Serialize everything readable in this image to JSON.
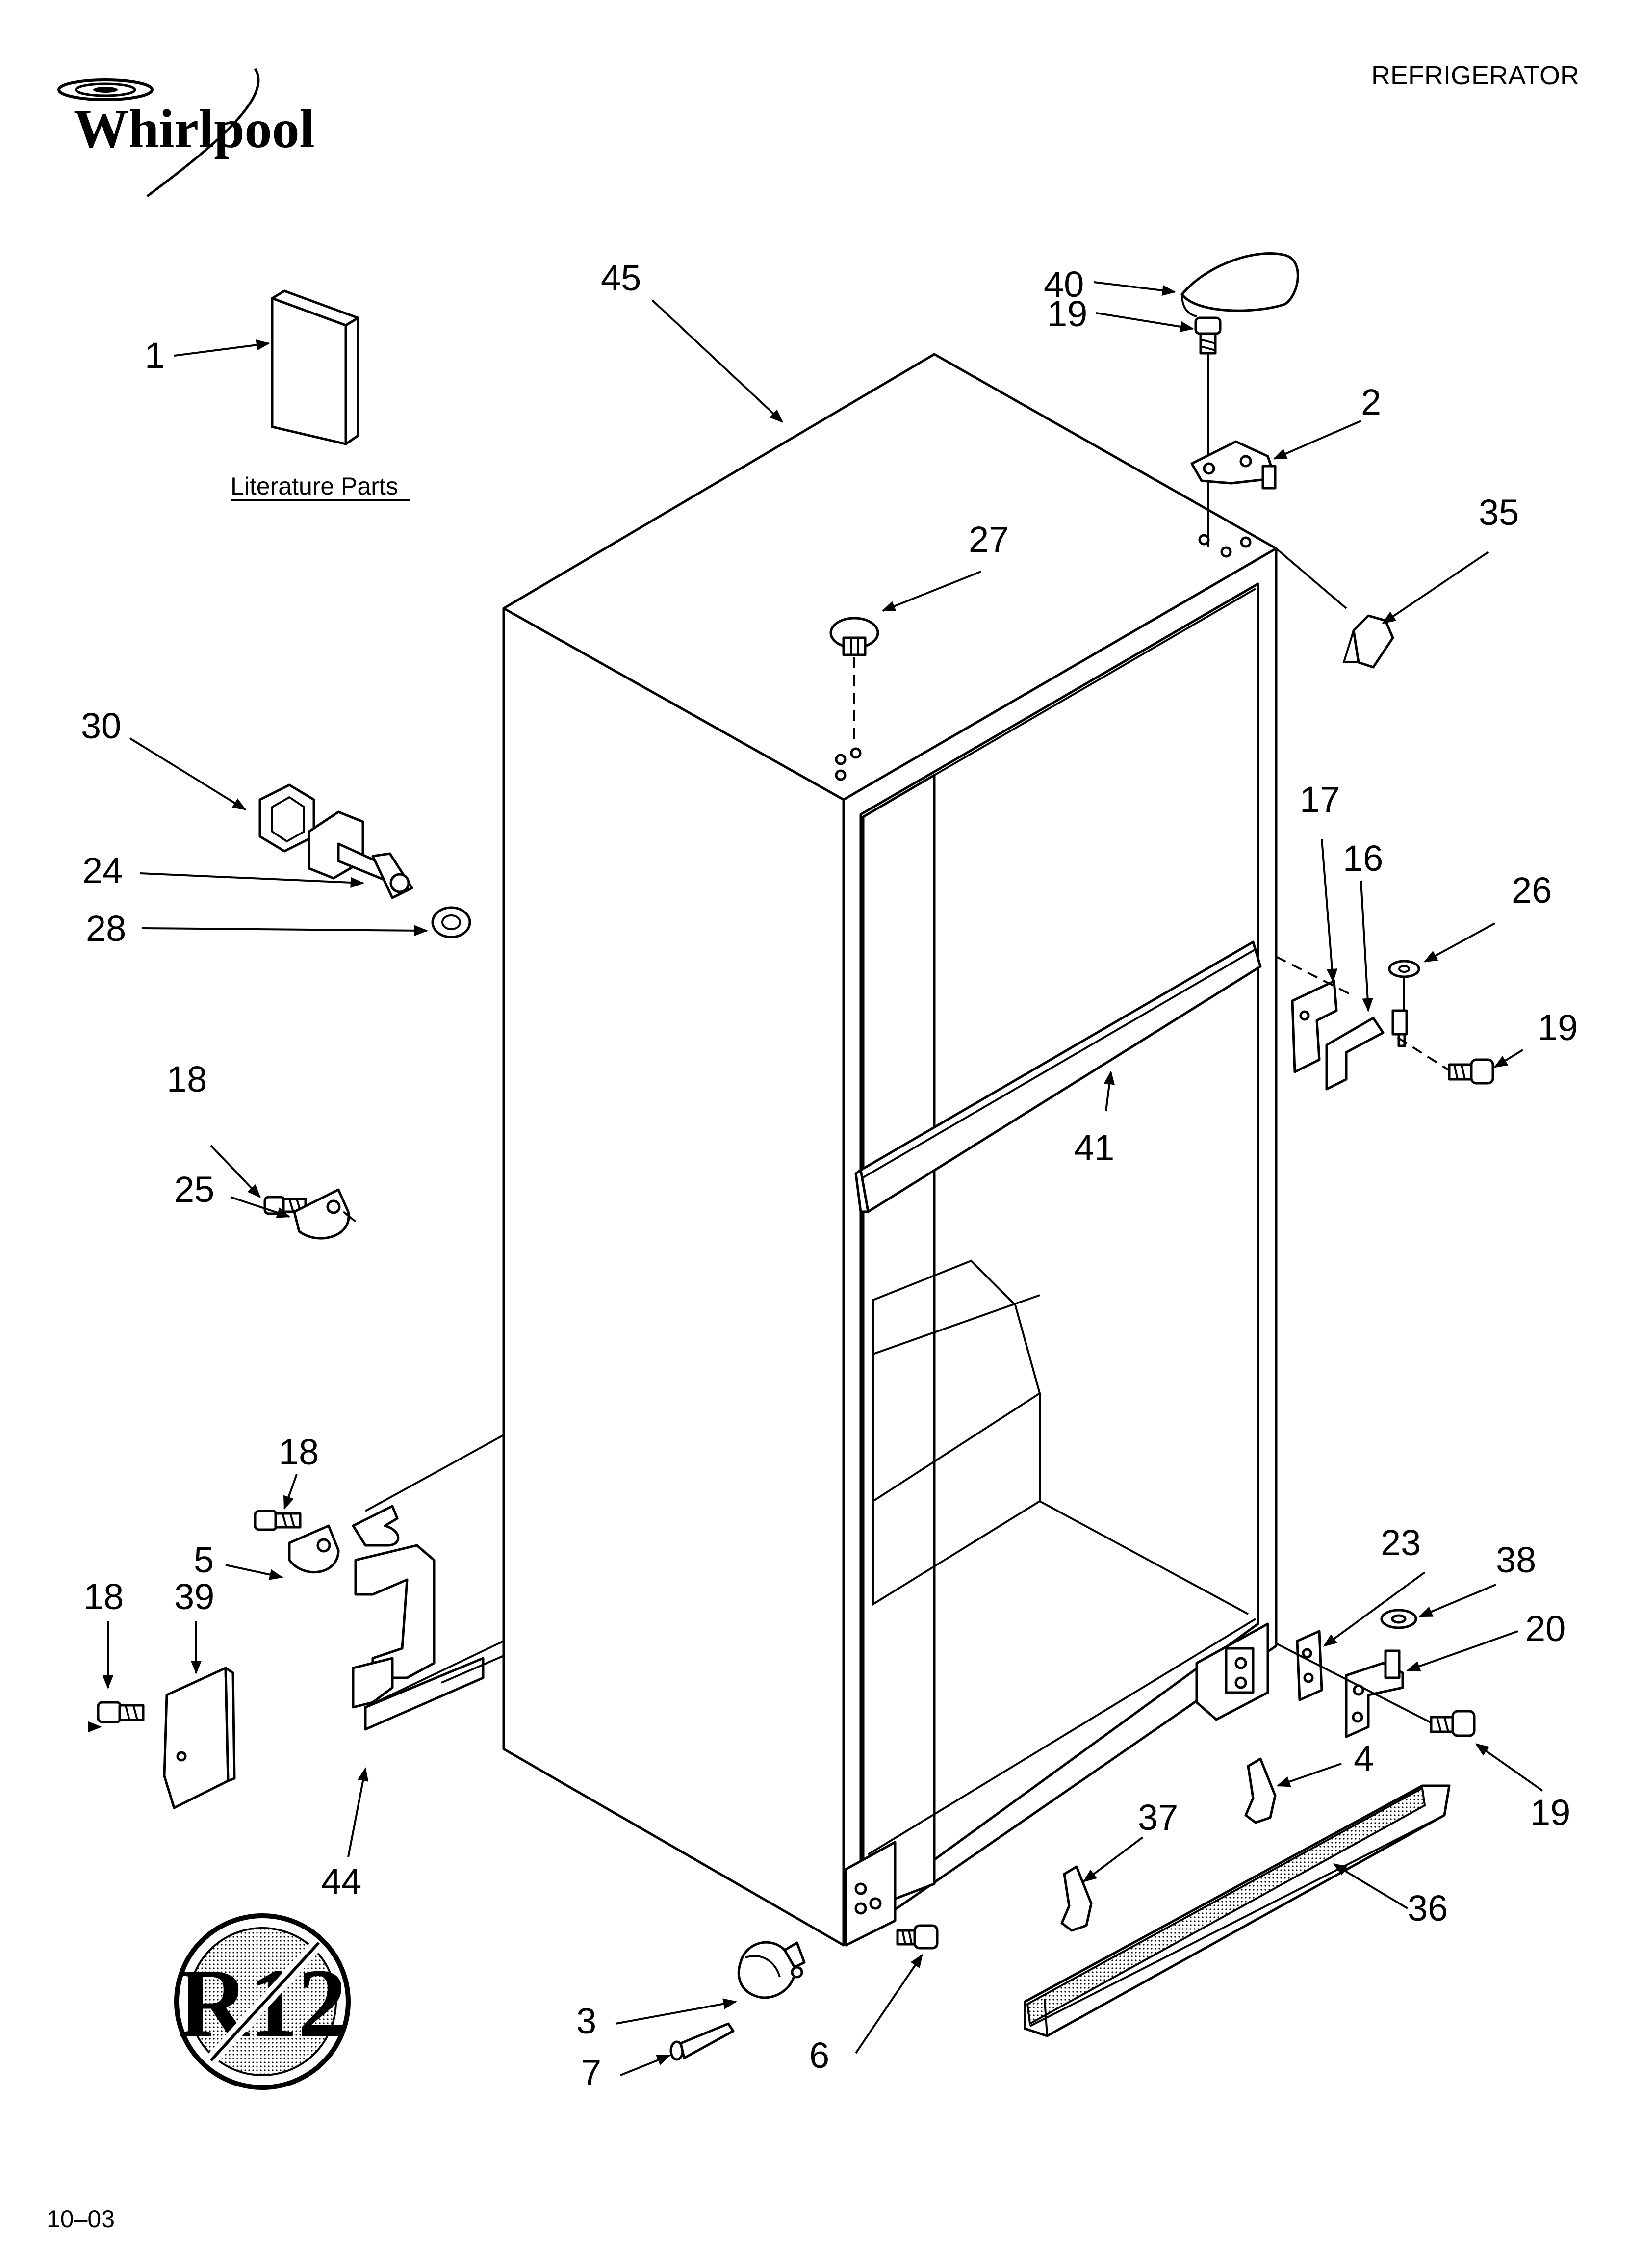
{
  "brand": {
    "logo_text": "Whirlpool"
  },
  "header": {
    "title": "REFRIGERATOR"
  },
  "literature": {
    "label": "Literature Parts"
  },
  "footer": {
    "date_code": "10–03"
  },
  "r12_badge": {
    "text": "R12"
  },
  "callouts": {
    "c45": "45",
    "c40": "40",
    "c19a": "19",
    "c2": "2",
    "c1": "1",
    "c35": "35",
    "c27": "27",
    "c30": "30",
    "c17": "17",
    "c16": "16",
    "c26": "26",
    "c24": "24",
    "c28": "28",
    "c19b": "19",
    "c18a": "18",
    "c41": "41",
    "c25": "25",
    "c18b": "18",
    "c23": "23",
    "c38": "38",
    "c5": "5",
    "c20": "20",
    "c18c": "18",
    "c39": "39",
    "c4": "4",
    "c19c": "19",
    "c37": "37",
    "c44": "44",
    "c36": "36",
    "c3": "3",
    "c7": "7",
    "c6": "6"
  }
}
